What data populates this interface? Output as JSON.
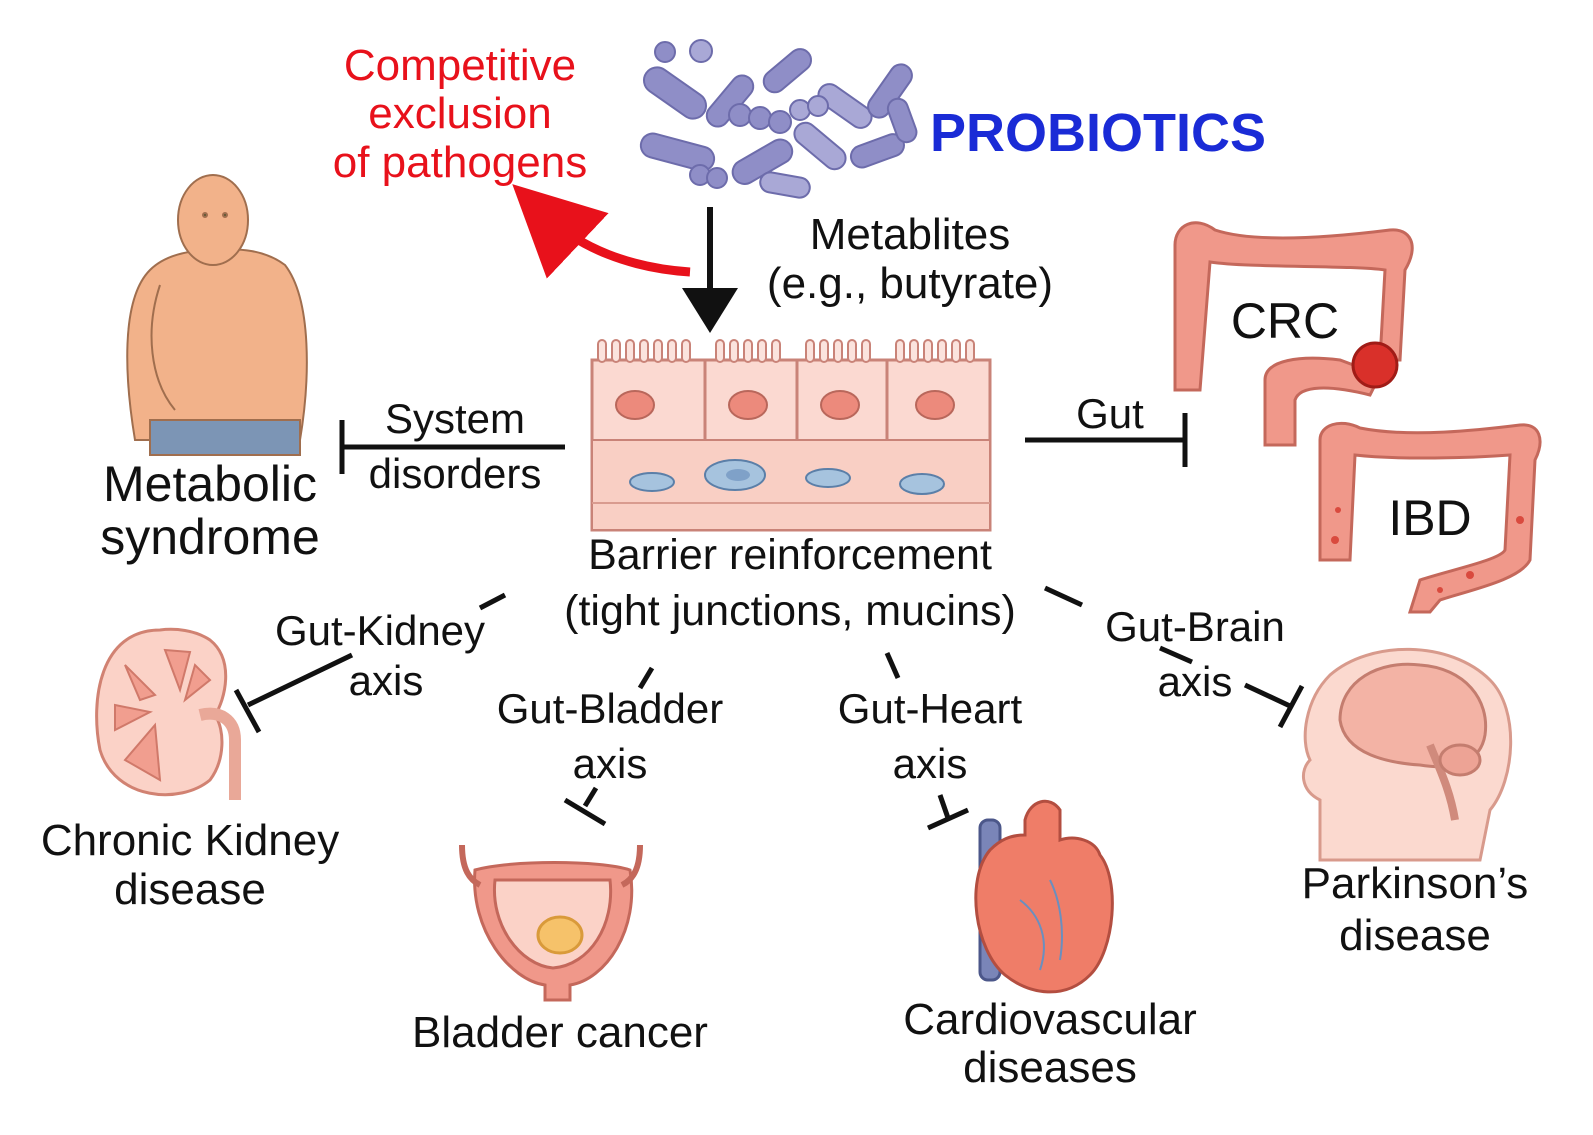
{
  "source": {
    "title": "PROBIOTICS",
    "red_note": [
      "Competitive",
      "exclusion",
      "of pathogens"
    ],
    "metabolites": [
      "Metablites",
      "(e.g., butyrate)"
    ]
  },
  "center": {
    "lines": [
      "Barrier reinforcement",
      "(tight junctions, mucins)"
    ]
  },
  "links": {
    "system": [
      "System",
      "disorders"
    ],
    "gut": "Gut",
    "kidney": [
      "Gut-Kidney",
      "axis"
    ],
    "bladder": [
      "Gut-Bladder",
      "axis"
    ],
    "heart": [
      "Gut-Heart",
      "axis"
    ],
    "brain": [
      "Gut-Brain",
      "axis"
    ]
  },
  "diseases": {
    "metabolic": [
      "Metabolic",
      "syndrome"
    ],
    "crc": "CRC",
    "ibd": "IBD",
    "kidney": [
      "Chronic Kidney",
      "disease"
    ],
    "bladder": "Bladder cancer",
    "cardio": [
      "Cardiovascular",
      "diseases"
    ],
    "parkinson": [
      "Parkinson’s",
      "disease"
    ]
  },
  "colors": {
    "title_blue": "#1a2bd6",
    "note_red": "#e8111b",
    "arrow": "#111111",
    "tissue": "#f7c2b8",
    "organ": "#ec8a7c",
    "bacteria": "#8f8ec7"
  },
  "icons": [
    "bacteria-cluster-icon",
    "epithelium-icon",
    "person-icon",
    "colon-icon",
    "kidney-icon",
    "bladder-icon",
    "heart-icon",
    "brain-icon"
  ]
}
